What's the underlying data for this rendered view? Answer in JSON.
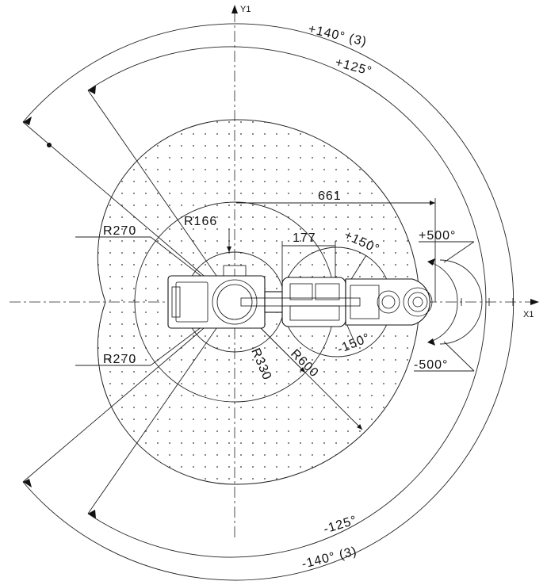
{
  "axes": {
    "x_label": "X1",
    "y_label": "Y1"
  },
  "angles": {
    "outer_pos": "+140° (3)",
    "inner_pos": "+125°",
    "inner_neg": "-125°",
    "outer_neg": "-140° (3)"
  },
  "radii": {
    "r270_top": "R270",
    "r270_bottom": "R270",
    "r166": "R166",
    "r330": "R330",
    "r600": "R600"
  },
  "dims": {
    "reach_661": "661",
    "arm_177": "177",
    "j2_pos": "+150°",
    "j2_neg": "-150°",
    "j4_pos": "+500°",
    "j4_neg": "-500°"
  }
}
